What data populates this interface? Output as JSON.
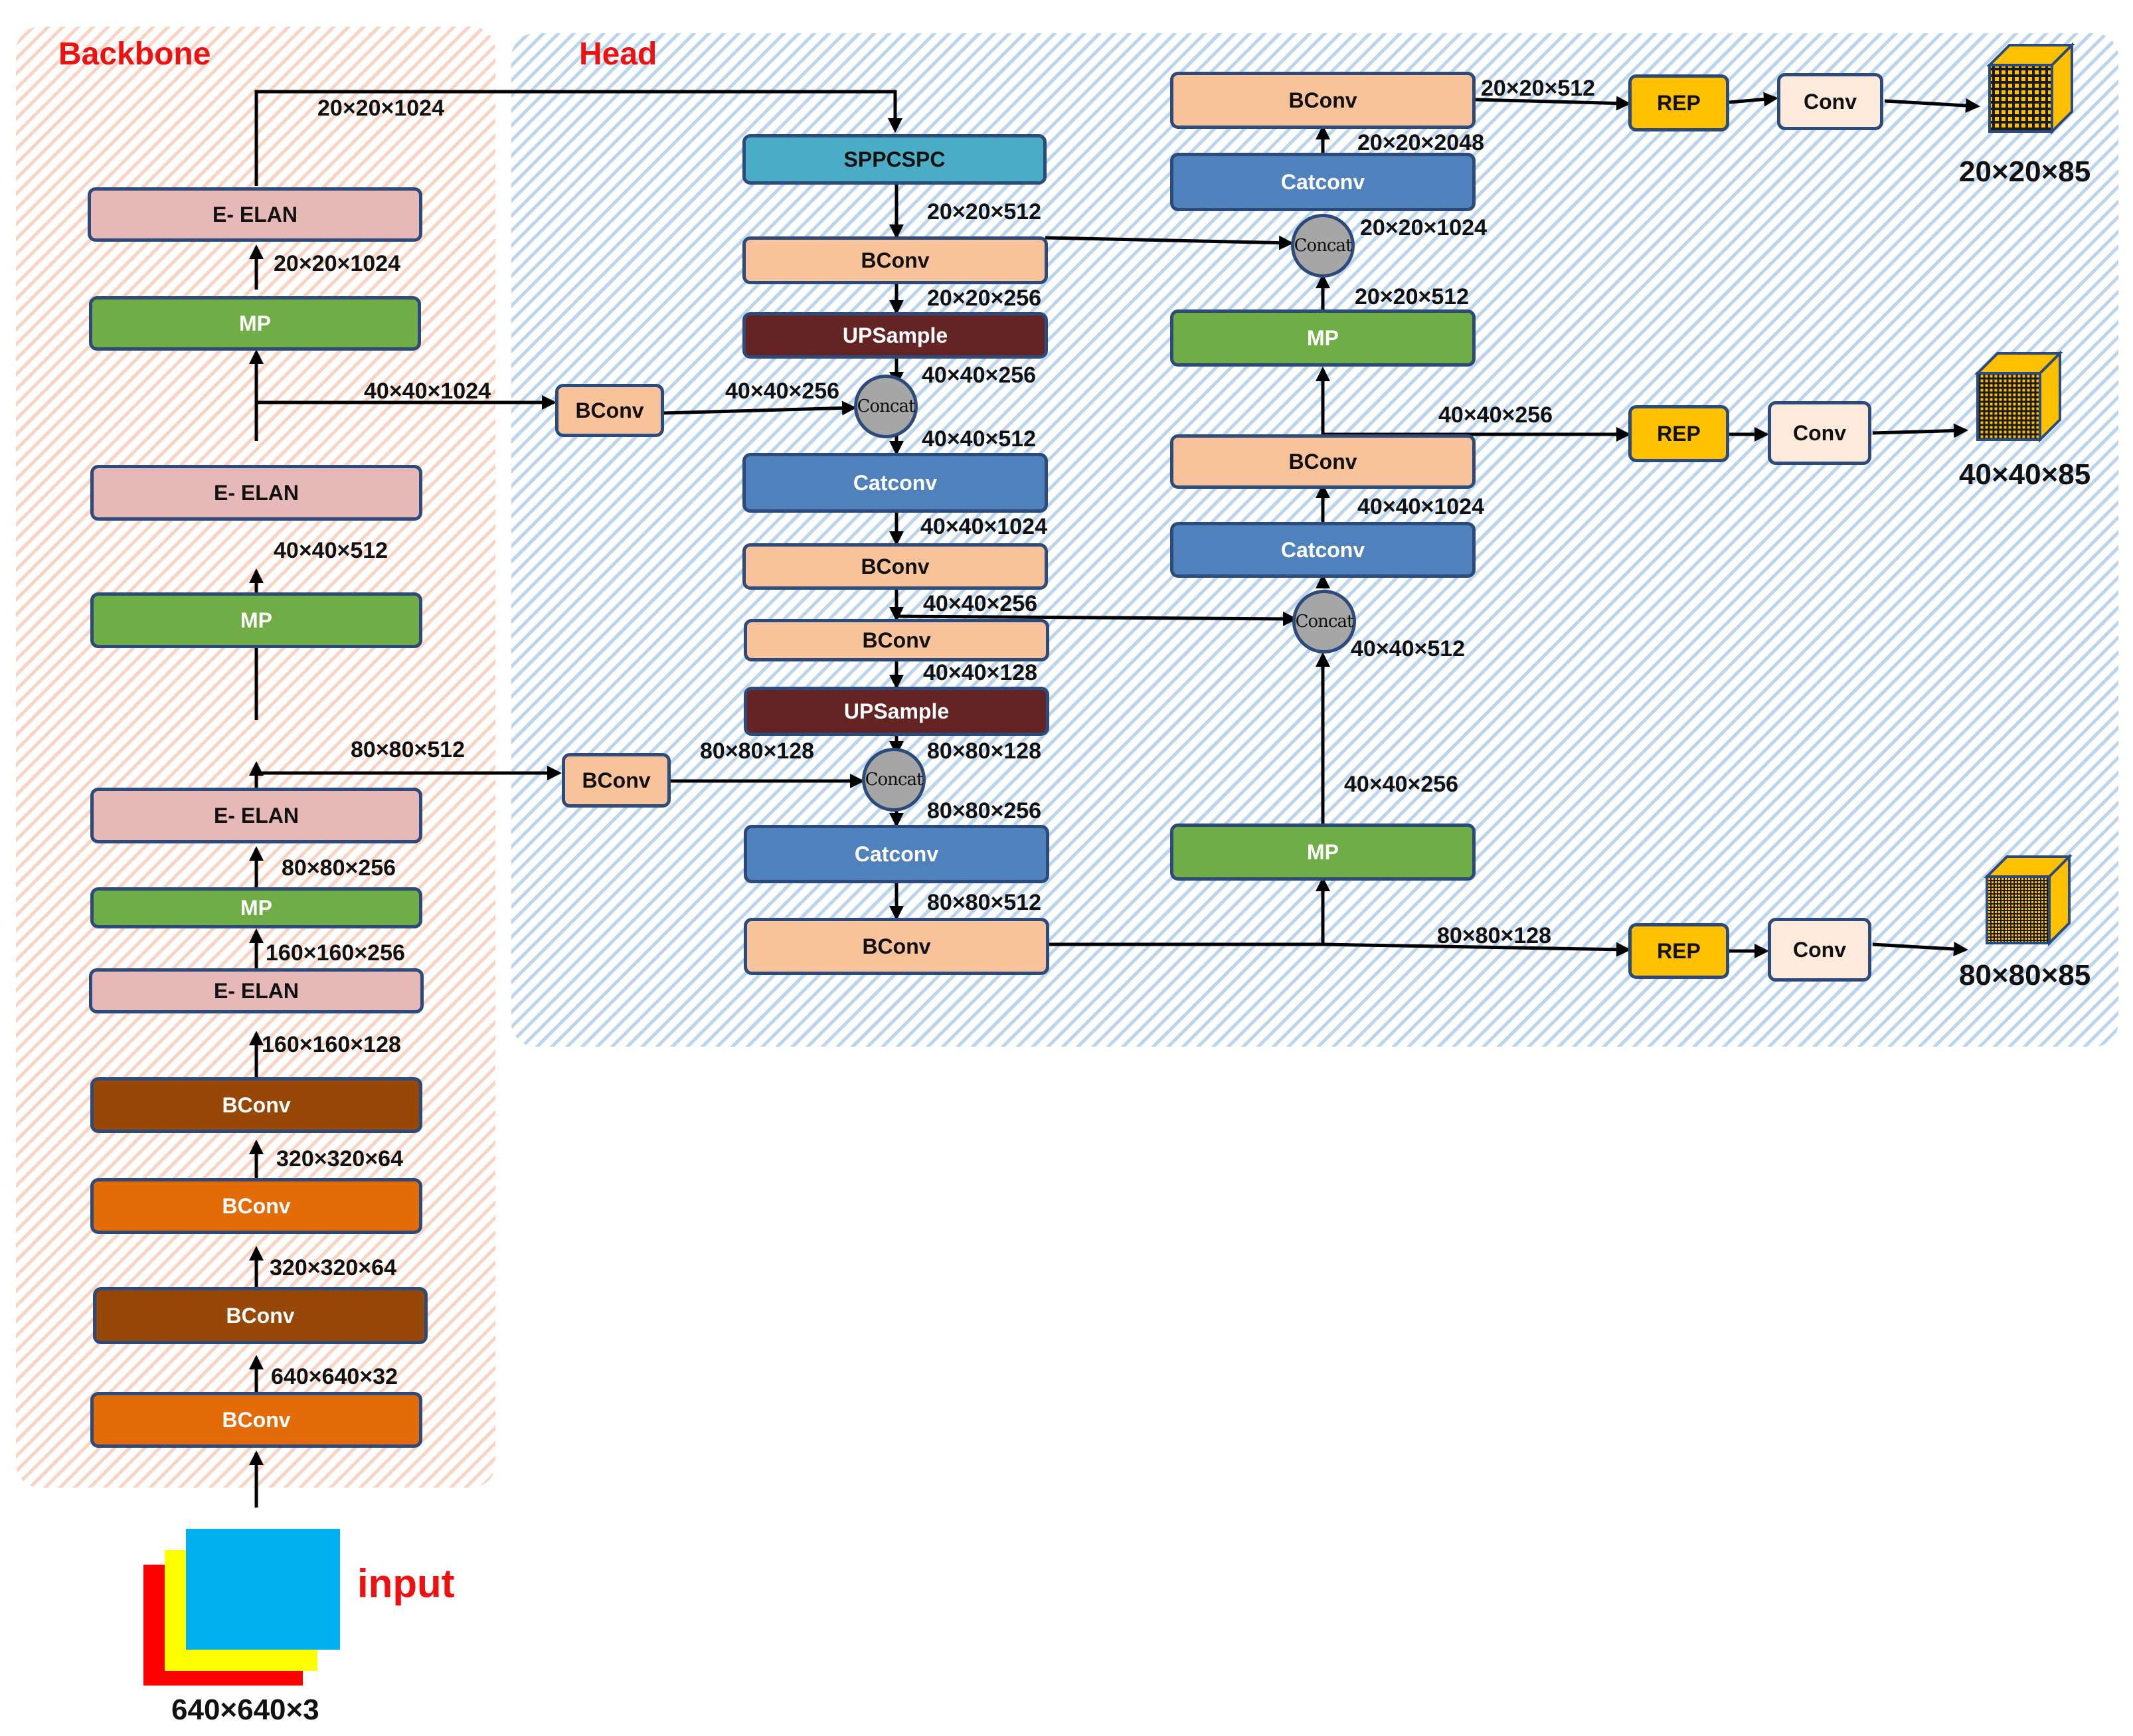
{
  "sections": {
    "backbone": "Backbone",
    "head": "Head"
  },
  "blocks": {
    "bb_elan1": "E- ELAN",
    "bb_mp1": "MP",
    "bb_elan2": "E- ELAN",
    "bb_mp2": "MP",
    "bb_elan3": "E- ELAN",
    "bb_mp3": "MP",
    "bb_elan4": "E- ELAN",
    "bb_bconv1": "BConv",
    "bb_bconv2": "BConv",
    "bb_bconv3": "BConv",
    "bb_bconv4": "BConv",
    "side_bconv1": "BConv",
    "side_bconv2": "BConv",
    "spp": "SPPCSPC",
    "h_bconv1": "BConv",
    "h_ups1": "UPSample",
    "h_cat1": "Catconv",
    "h_bconv2": "BConv",
    "h_bconv3": "BConv",
    "h_ups2": "UPSample",
    "h_cat2": "Catconv",
    "h_bconv4": "BConv",
    "r_bconv_top": "BConv",
    "r_cat_top": "Catconv",
    "r_mp_top": "MP",
    "r_bconv_mid": "BConv",
    "r_cat_mid": "Catconv",
    "r_mp_bot": "MP",
    "rep1": "REP",
    "rep2": "REP",
    "rep3": "REP",
    "conv1": "Conv",
    "conv2": "Conv",
    "conv3": "Conv"
  },
  "concat_label": "Concat",
  "labels": {
    "l01": "20×20×1024",
    "l02": "20×20×1024",
    "l03": "40×40×1024",
    "l04": "40×40×512",
    "l05": "80×80×512",
    "l06": "80×80×256",
    "l07": "160×160×256",
    "l08": "160×160×128",
    "l09": "320×320×64",
    "l10": "320×320×64",
    "l11": "640×640×32",
    "l12": "20×20×512",
    "l13": "20×20×256",
    "l14": "40×40×256",
    "l15": "40×40×256",
    "l16": "40×40×512",
    "l17": "40×40×1024",
    "l18": "40×40×256",
    "l19": "40×40×128",
    "l20": "80×80×128",
    "l21": "80×80×128",
    "l22": "80×80×256",
    "l23": "80×80×512",
    "l24": "20×20×512",
    "l25": "20×20×2048",
    "l26": "20×20×1024",
    "l27": "20×20×512",
    "l28": "40×40×256",
    "l29": "40×40×1024",
    "l30": "40×40×512",
    "l31": "40×40×256",
    "l32": "80×80×128"
  },
  "outputs": {
    "out1": "20×20×85",
    "out2": "40×40×85",
    "out3": "80×80×85"
  },
  "input": {
    "label": "input",
    "size": "640×640×3"
  },
  "colors": {
    "title_red": "#ee1111",
    "elan": "#e6b9b8",
    "mp": "#70ad47",
    "bconv_peach": "#f8c29b",
    "catconv": "#4f81bd",
    "upsample": "#632423",
    "sppcspc": "#4bacc6",
    "bconv_brown": "#974806",
    "bconv_orange": "#e36c09",
    "rep": "#ffc000",
    "conv_out": "#fdeada",
    "concat": "#a6a6a6"
  }
}
